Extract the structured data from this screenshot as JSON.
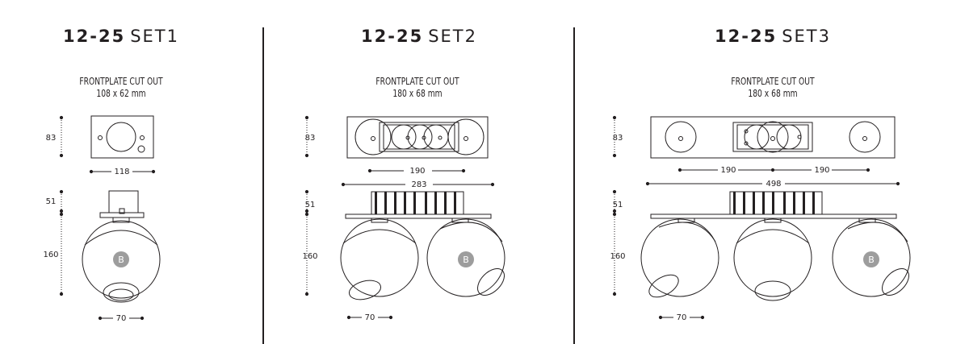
{
  "sets": [
    {
      "model": "12-25",
      "set_name": "SET1",
      "cutout_label": "FRONTPLATE CUT OUT",
      "cutout_size": "108 x 62 mm",
      "dim_height_plate": "83",
      "dim_width_plate": "118",
      "dim_height_box": "51",
      "dim_height_head": "160",
      "dim_head_width": "70",
      "head_badge": "B"
    },
    {
      "model": "12-25",
      "set_name": "SET2",
      "cutout_label": "FRONTPLATE CUT OUT",
      "cutout_size": "180 x 68 mm",
      "dim_height_plate": "83",
      "dim_spacing": "190",
      "dim_total": "283",
      "dim_height_box": "51",
      "dim_height_head": "160",
      "dim_head_width": "70",
      "head_badge": "B"
    },
    {
      "model": "12-25",
      "set_name": "SET3",
      "cutout_label": "FRONTPLATE CUT OUT",
      "cutout_size": "180 x 68 mm",
      "dim_height_plate": "83",
      "dim_spacing_left": "190",
      "dim_spacing_right": "190",
      "dim_total": "498",
      "dim_height_box": "51",
      "dim_height_head": "160",
      "dim_head_width": "70",
      "head_badge": "B"
    }
  ]
}
